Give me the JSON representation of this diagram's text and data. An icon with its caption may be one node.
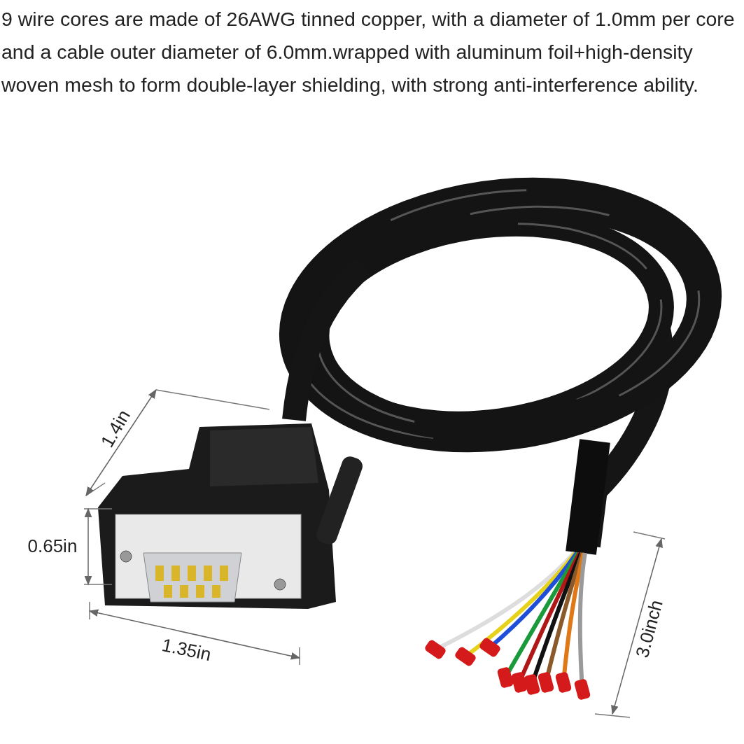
{
  "diagram": {
    "labels": [
      "9 wire cores are made of 26AWG tinned copper, with a diameter of 1.0mm per core and a cable outer diameter of 6.0mm.wrapped with aluminum foil+high-density woven mesh to form double-layer shielding, with strong anti-interference ability.",
      "1.4in",
      "0.65in",
      "1.35in",
      "3.0inch"
    ]
  }
}
